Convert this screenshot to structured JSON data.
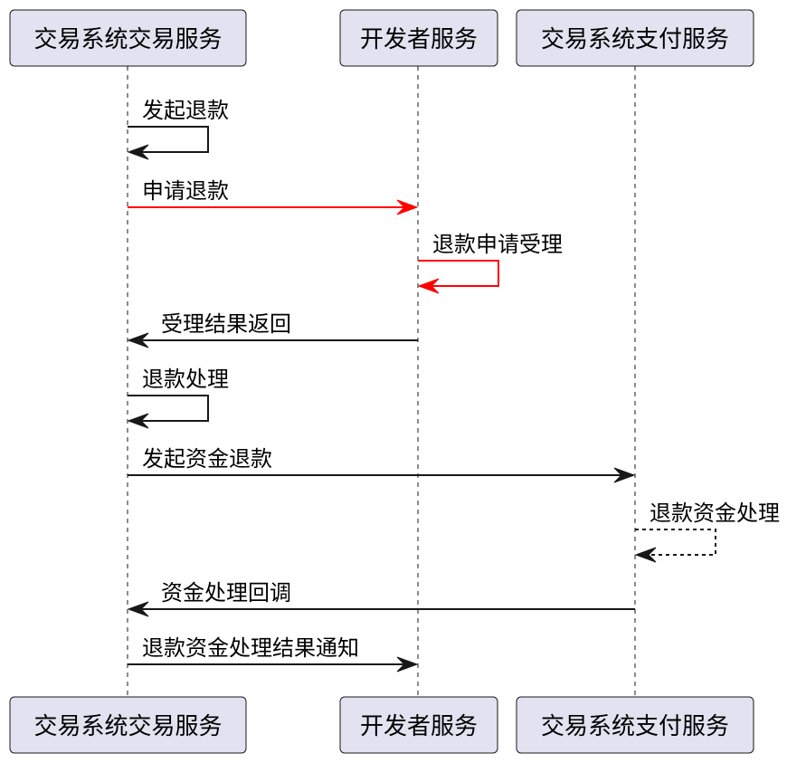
{
  "diagram": {
    "type": "sequence",
    "participants": [
      {
        "id": "trade",
        "label": "交易系统交易服务"
      },
      {
        "id": "dev",
        "label": "开发者服务"
      },
      {
        "id": "pay",
        "label": "交易系统支付服务"
      }
    ],
    "messages": [
      {
        "from": "trade",
        "to": "trade",
        "label": "发起退款",
        "color": "#181818",
        "style": "solid"
      },
      {
        "from": "trade",
        "to": "dev",
        "label": "申请退款",
        "color": "#ff0000",
        "style": "solid"
      },
      {
        "from": "dev",
        "to": "dev",
        "label": "退款申请受理",
        "color": "#ff0000",
        "style": "solid"
      },
      {
        "from": "dev",
        "to": "trade",
        "label": "受理结果返回",
        "color": "#181818",
        "style": "solid"
      },
      {
        "from": "trade",
        "to": "trade",
        "label": "退款处理",
        "color": "#181818",
        "style": "solid"
      },
      {
        "from": "trade",
        "to": "pay",
        "label": "发起资金退款",
        "color": "#181818",
        "style": "solid"
      },
      {
        "from": "pay",
        "to": "pay",
        "label": "退款资金处理",
        "color": "#181818",
        "style": "dashed"
      },
      {
        "from": "pay",
        "to": "trade",
        "label": "资金处理回调",
        "color": "#181818",
        "style": "solid"
      },
      {
        "from": "trade",
        "to": "dev",
        "label": "退款资金处理结果通知",
        "color": "#181818",
        "style": "solid"
      }
    ],
    "colors": {
      "participant_fill": "#e2e2f0",
      "participant_border": "#181818",
      "lifeline": "#181818"
    }
  }
}
